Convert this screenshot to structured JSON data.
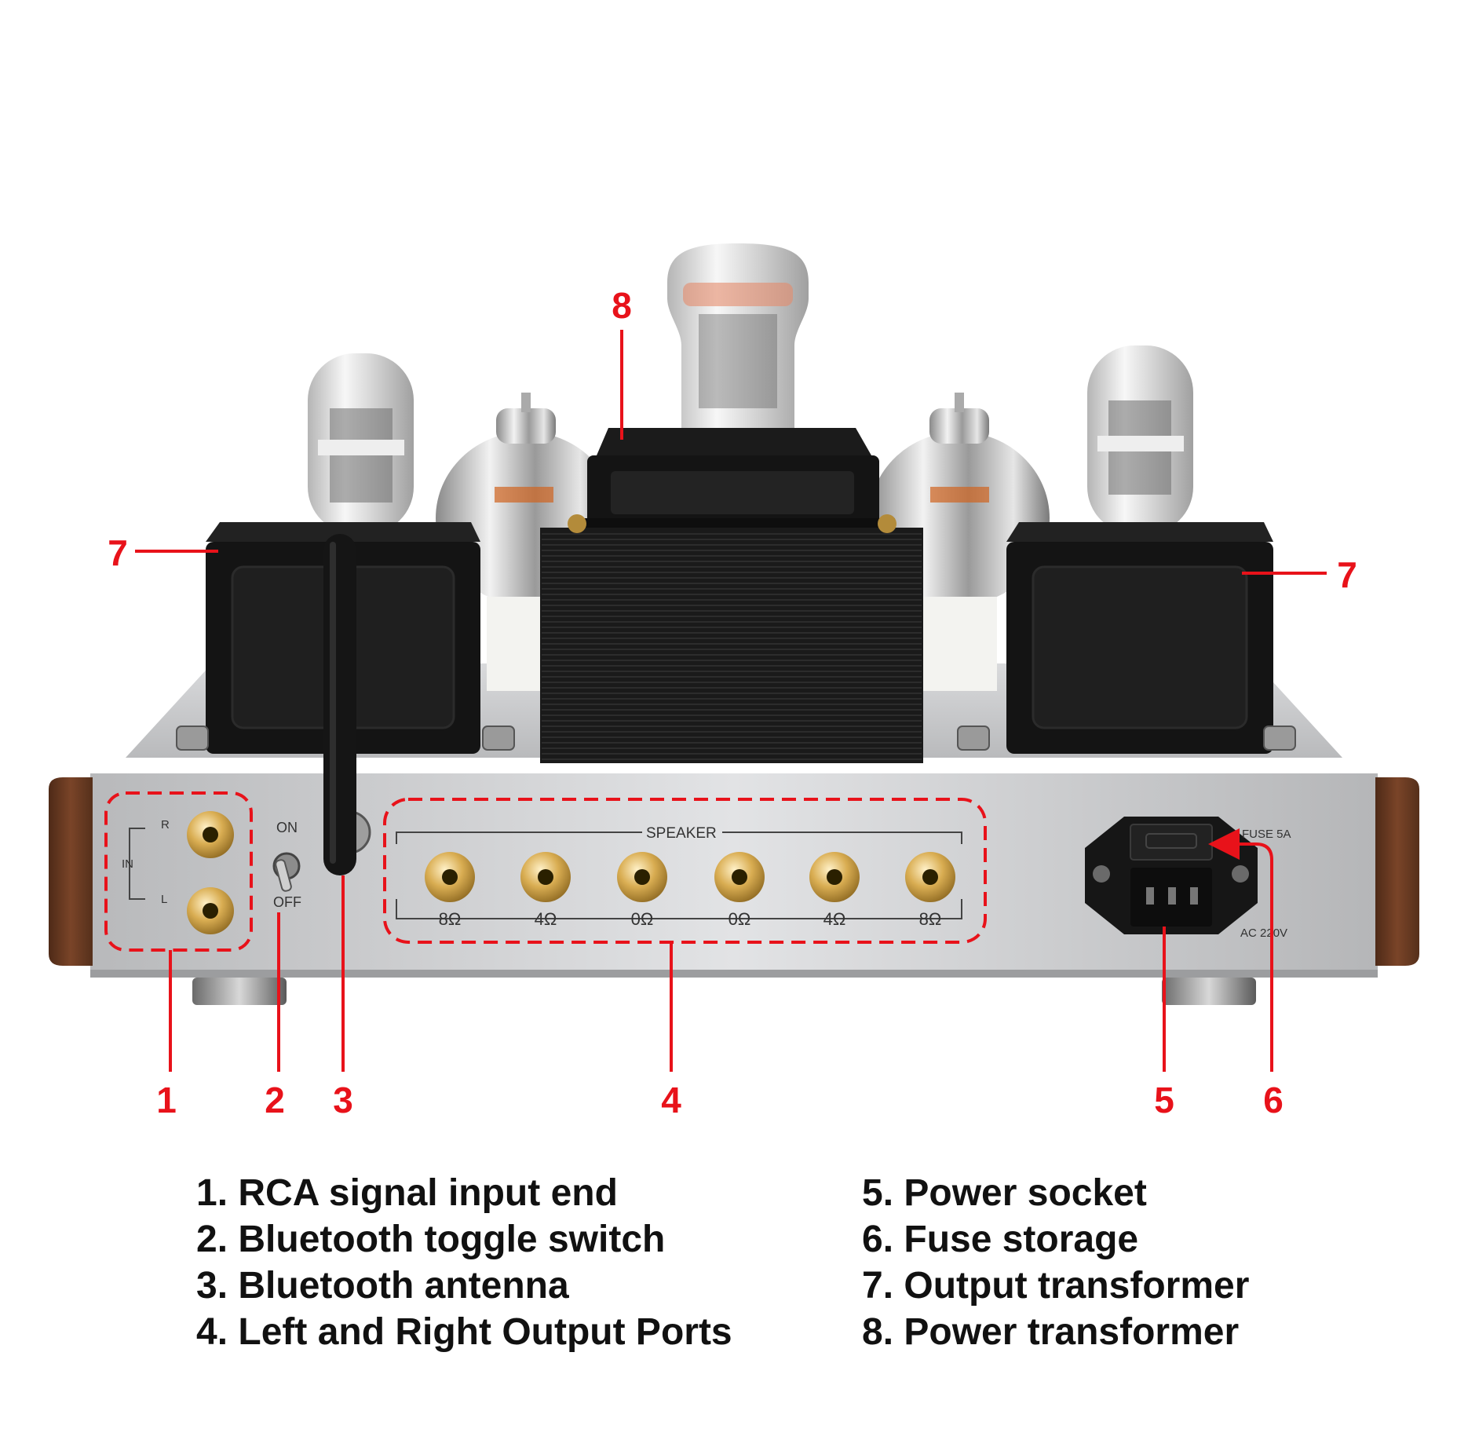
{
  "panel": {
    "in": "IN",
    "r": "R",
    "l": "L",
    "on": "ON",
    "off": "OFF",
    "speaker": "SPEAKER",
    "ohms": [
      "8Ω",
      "4Ω",
      "0Ω",
      "0Ω",
      "4Ω",
      "8Ω"
    ],
    "fuse": "FUSE  5A",
    "ac": "AC 220V"
  },
  "callouts": {
    "n1": "1",
    "n2": "2",
    "n3": "3",
    "n4": "4",
    "n5": "5",
    "n6": "6",
    "n7": "7",
    "n8": "8"
  },
  "legend": {
    "left": [
      "1. RCA signal input end",
      "2. Bluetooth toggle switch",
      "3. Bluetooth antenna",
      "4. Left and Right Output Ports"
    ],
    "right": [
      "5. Power socket",
      "6. Fuse storage",
      "7. Output transformer",
      "8. Power transformer"
    ]
  },
  "colors": {
    "callout": "#e8121a",
    "transformer": "#141414",
    "wood": "#6b3a22",
    "chassis": "#cfd0d2",
    "gold": "#d6a94a"
  }
}
